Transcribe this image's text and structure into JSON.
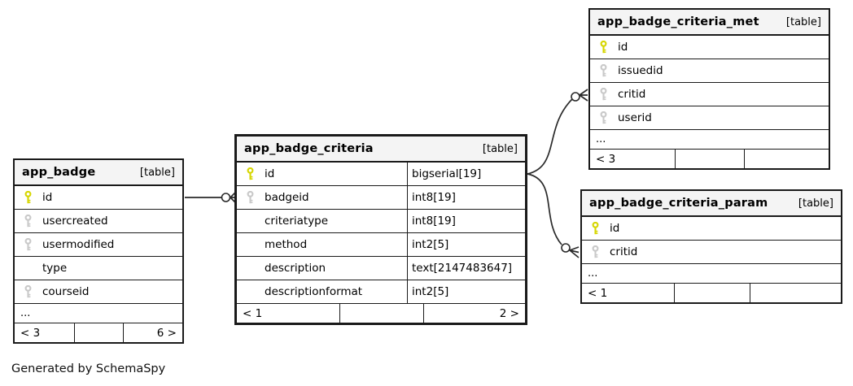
{
  "canvas_note": "Generated by SchemaSpy",
  "colors": {
    "header_bg": "#f4f4f4",
    "table_border": "#1a1a1a",
    "pk_key": "#d6d600",
    "fk_key": "#c9c9c9",
    "connector": "#2a2a2a"
  },
  "tables": [
    {
      "name": "app_badge",
      "tag": "[table]",
      "focus": false,
      "has_types": false,
      "columns": [
        {
          "name": "id",
          "key": "primary"
        },
        {
          "name": "usercreated",
          "key": "foreign"
        },
        {
          "name": "usermodified",
          "key": "foreign"
        },
        {
          "name": "type",
          "key": "none"
        },
        {
          "name": "courseid",
          "key": "foreign"
        }
      ],
      "ellipsis": "...",
      "footer": {
        "left": "< 3",
        "center": "",
        "right": "6 >"
      }
    },
    {
      "name": "app_badge_criteria",
      "tag": "[table]",
      "focus": true,
      "has_types": true,
      "columns": [
        {
          "name": "id",
          "key": "primary",
          "type": "bigserial[19]"
        },
        {
          "name": "badgeid",
          "key": "foreign",
          "type": "int8[19]"
        },
        {
          "name": "criteriatype",
          "key": "none",
          "type": "int8[19]"
        },
        {
          "name": "method",
          "key": "none",
          "type": "int2[5]"
        },
        {
          "name": "description",
          "key": "none",
          "type": "text[2147483647]"
        },
        {
          "name": "descriptionformat",
          "key": "none",
          "type": "int2[5]"
        }
      ],
      "ellipsis": "",
      "footer": {
        "left": "< 1",
        "center": "",
        "right": "2 >"
      }
    },
    {
      "name": "app_badge_criteria_met",
      "tag": "[table]",
      "focus": false,
      "has_types": false,
      "columns": [
        {
          "name": "id",
          "key": "primary"
        },
        {
          "name": "issuedid",
          "key": "foreign"
        },
        {
          "name": "critid",
          "key": "foreign"
        },
        {
          "name": "userid",
          "key": "foreign"
        }
      ],
      "ellipsis": "...",
      "footer": {
        "left": "< 3",
        "center": "",
        "right": ""
      }
    },
    {
      "name": "app_badge_criteria_param",
      "tag": "[table]",
      "focus": false,
      "has_types": false,
      "columns": [
        {
          "name": "id",
          "key": "primary"
        },
        {
          "name": "critid",
          "key": "foreign"
        }
      ],
      "ellipsis": "...",
      "footer": {
        "left": "< 1",
        "center": "",
        "right": ""
      }
    }
  ],
  "relationships": [
    {
      "from": "app_badge.id",
      "to": "app_badge_criteria.badgeid"
    },
    {
      "from": "app_badge_criteria.id",
      "to": "app_badge_criteria_met.critid"
    },
    {
      "from": "app_badge_criteria.id",
      "to": "app_badge_criteria_param.critid"
    }
  ]
}
